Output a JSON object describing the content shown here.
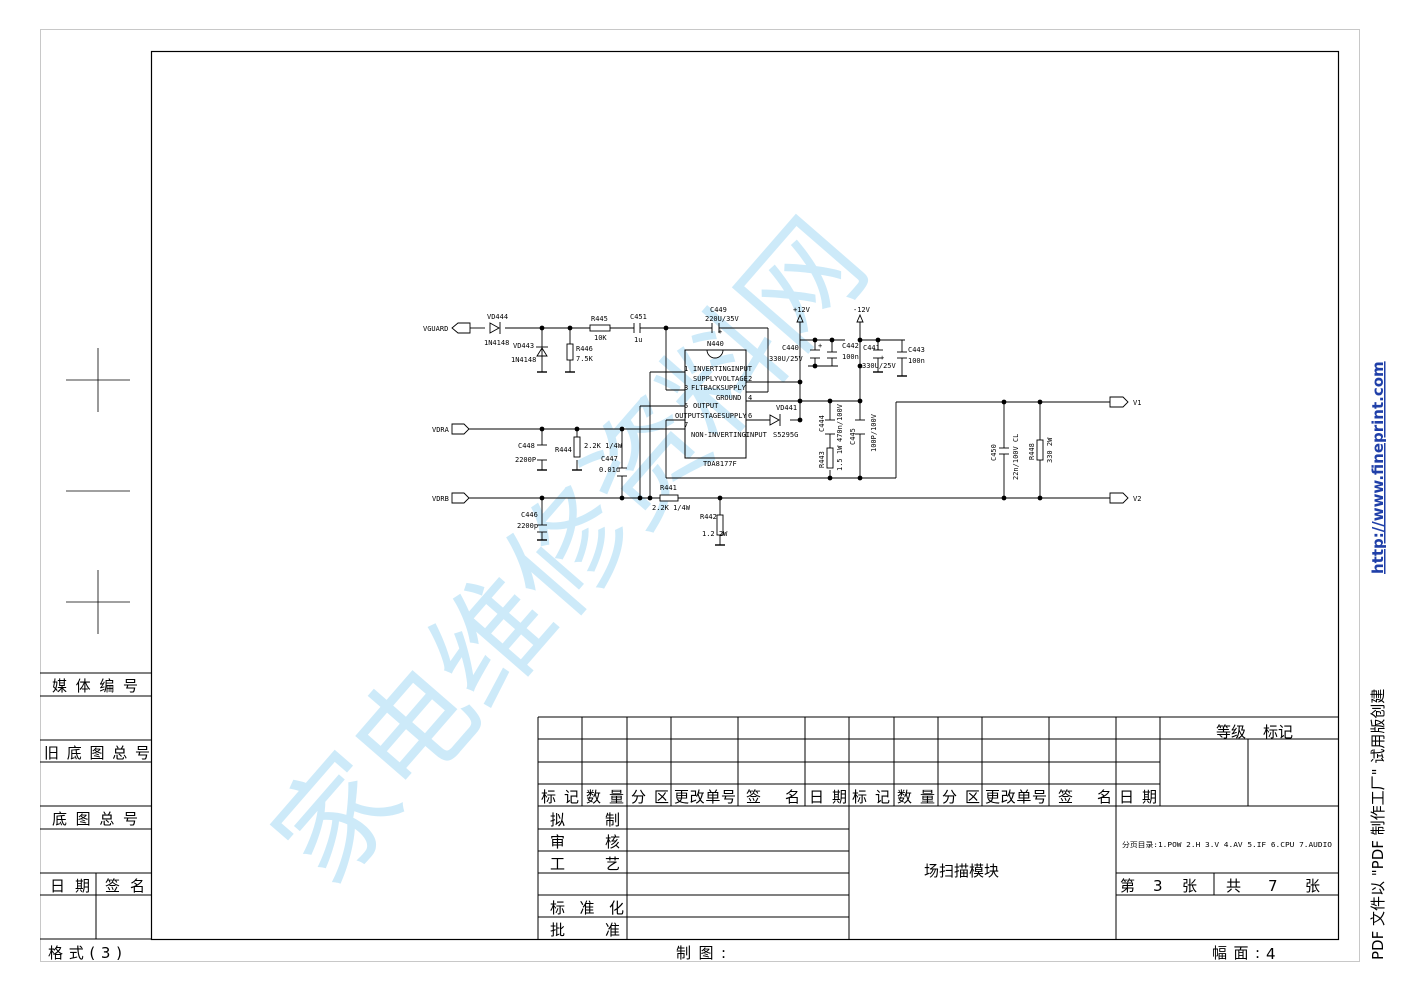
{
  "side_labels": {
    "media_number": "媒体编号",
    "old_base_total": "旧底图总号",
    "base_total": "底图总号",
    "date": "日期",
    "sign": "签名"
  },
  "bottom": {
    "format": "格式(3)",
    "drawing": "制图:",
    "sheet_size_label": "幅面:",
    "sheet_size_value": "4"
  },
  "vertical_text": {
    "prefix": "PDF 文件以 \"PDF 制作工厂\" 试用版创建",
    "url": "http://www.fineprint.com"
  },
  "watermark": "家电维修资料网",
  "title_block": {
    "revision_headers": [
      "标记",
      "数量",
      "分区",
      "更改单号",
      "签名",
      "日期"
    ],
    "roles": [
      "拟制",
      "审核",
      "工艺",
      "",
      "标准化",
      "批准"
    ],
    "grade_label": "等级",
    "mark_label": "标记",
    "title": "场扫描模块",
    "page_index": "分页目录:1.POW  2.H  3.V  4.AV  5.IF  6.CPU  7.AUDIO",
    "sheet_prefix": "第",
    "sheet_no": "3",
    "sheet_unit": "张",
    "total_prefix": "共",
    "total_no": "7",
    "total_unit": "张"
  },
  "schematic": {
    "ports": {
      "vguard": "VGUARD",
      "vdra": "VDRA",
      "vdrb": "VDRB",
      "v1": "V1",
      "v2": "V2"
    },
    "rails": {
      "pos": "+12V",
      "neg": "-12V"
    },
    "ic": {
      "ref": "N440",
      "part": "TDA8177F",
      "pins": [
        {
          "num": "1",
          "name": "INVERTINGINPUT"
        },
        {
          "num": "2",
          "name": "SUPPLYVOLTAGE"
        },
        {
          "num": "3",
          "name": "FLTBACKSUPPLY"
        },
        {
          "num": "4",
          "name": "GROUND"
        },
        {
          "num": "5",
          "name": "OUTPUT"
        },
        {
          "num": "6",
          "name": "OUTPUTSTAGESUPPLY"
        },
        {
          "num": "7",
          "name": "NON-INVERTINGINPUT"
        }
      ]
    },
    "components": {
      "vd444": {
        "ref": "VD444",
        "value": "1N4148"
      },
      "vd443": {
        "ref": "VD443",
        "value": "1N4148"
      },
      "r445": {
        "ref": "R445",
        "value": "10K"
      },
      "r446": {
        "ref": "R446",
        "value": "7.5K"
      },
      "c451": {
        "ref": "C451",
        "value": "1u"
      },
      "c449": {
        "ref": "C449",
        "value": "220U/35V"
      },
      "c440": {
        "ref": "C440",
        "value": "330U/25V"
      },
      "c442": {
        "ref": "C442",
        "value": "100n"
      },
      "c441": {
        "ref": "C441",
        "value": "330U/25V"
      },
      "c443": {
        "ref": "C443",
        "value": "100n"
      },
      "vd441": {
        "ref": "VD441",
        "value": "S5295G"
      },
      "c444": {
        "ref": "C444",
        "value": "470n/100V"
      },
      "r443": {
        "ref": "R443",
        "value": "1.5 1W"
      },
      "c445": {
        "ref": "C445",
        "value": "100P/100V"
      },
      "c448": {
        "ref": "C448",
        "value": "2200P"
      },
      "r444": {
        "ref": "R444",
        "value": "2.2K 1/4W"
      },
      "c447": {
        "ref": "C447",
        "value": "0.01u"
      },
      "r441": {
        "ref": "R441",
        "value": "2.2K 1/4W"
      },
      "c446": {
        "ref": "C446",
        "value": "2200p"
      },
      "r442": {
        "ref": "R442",
        "value": "1.2  2W"
      },
      "c450": {
        "ref": "C450",
        "value": "22n/100V  CL"
      },
      "r448": {
        "ref": "R448",
        "value": "330  2W"
      }
    }
  }
}
